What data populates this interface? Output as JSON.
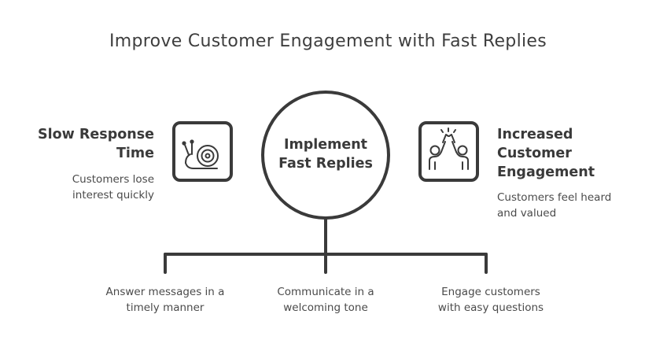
{
  "title": "Improve Customer Engagement with Fast Replies",
  "left": {
    "heading_line1": "Slow Response",
    "heading_line2": "Time",
    "desc_line1": "Customers lose",
    "desc_line2": "interest quickly",
    "icon": "snail-icon"
  },
  "center": {
    "line1": "Implement",
    "line2": "Fast Replies"
  },
  "right": {
    "heading_line1": "Increased",
    "heading_line2": "Customer",
    "heading_line3": "Engagement",
    "desc_line1": "Customers feel heard",
    "desc_line2": "and valued",
    "icon": "high-five-icon"
  },
  "actions": [
    {
      "line1": "Answer messages in a",
      "line2": "timely manner"
    },
    {
      "line1": "Communicate in a",
      "line2": "welcoming tone"
    },
    {
      "line1": "Engage customers",
      "line2": "with easy questions"
    }
  ],
  "colors": {
    "stroke": "#3a3a3a",
    "text": "#3a3a3a",
    "background": "#ffffff"
  }
}
